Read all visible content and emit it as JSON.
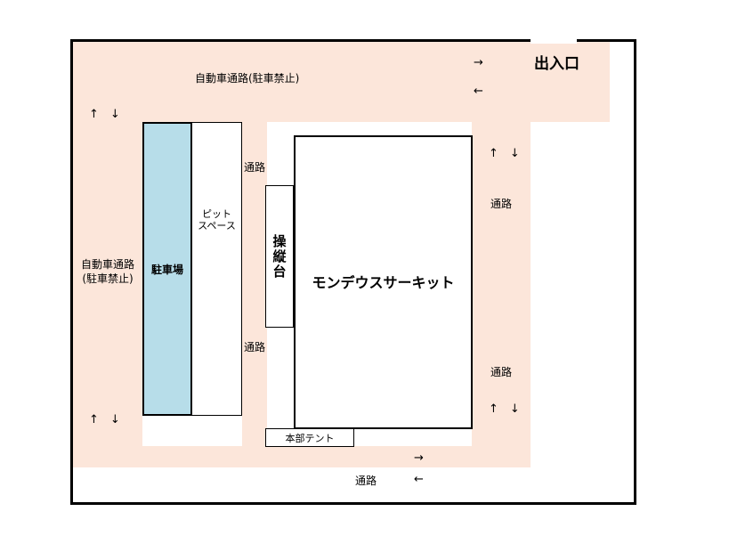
{
  "entrance": {
    "label": "出入口"
  },
  "top_road": {
    "label": "自動車通路(駐車禁止)",
    "arrow_right": "→",
    "arrow_left": "←"
  },
  "left_road": {
    "label_line1": "自動車通路",
    "label_line2": "(駐車禁止)",
    "arrows_top": "↑　↓",
    "arrows_bottom": "↑　↓"
  },
  "parking": {
    "label": "駐車場",
    "fill": "#b7dde9"
  },
  "pit": {
    "label_line1": "ピット",
    "label_line2": "スペース"
  },
  "passages": {
    "inner_top": "通路",
    "inner_bottom": "通路",
    "right_top": "通路",
    "right_bottom": "通路",
    "bottom": "通路",
    "right_arrows_top": "↑　↓",
    "right_arrows_bottom": "↑　↓",
    "bottom_arrow_right": "→",
    "bottom_arrow_left": "←"
  },
  "control_stand": {
    "label": "操縦台"
  },
  "circuit": {
    "label": "モンデウスサーキット"
  },
  "hq_tent": {
    "label": "本部テント"
  },
  "colors": {
    "road": "#fce6da",
    "border": "#000000"
  }
}
